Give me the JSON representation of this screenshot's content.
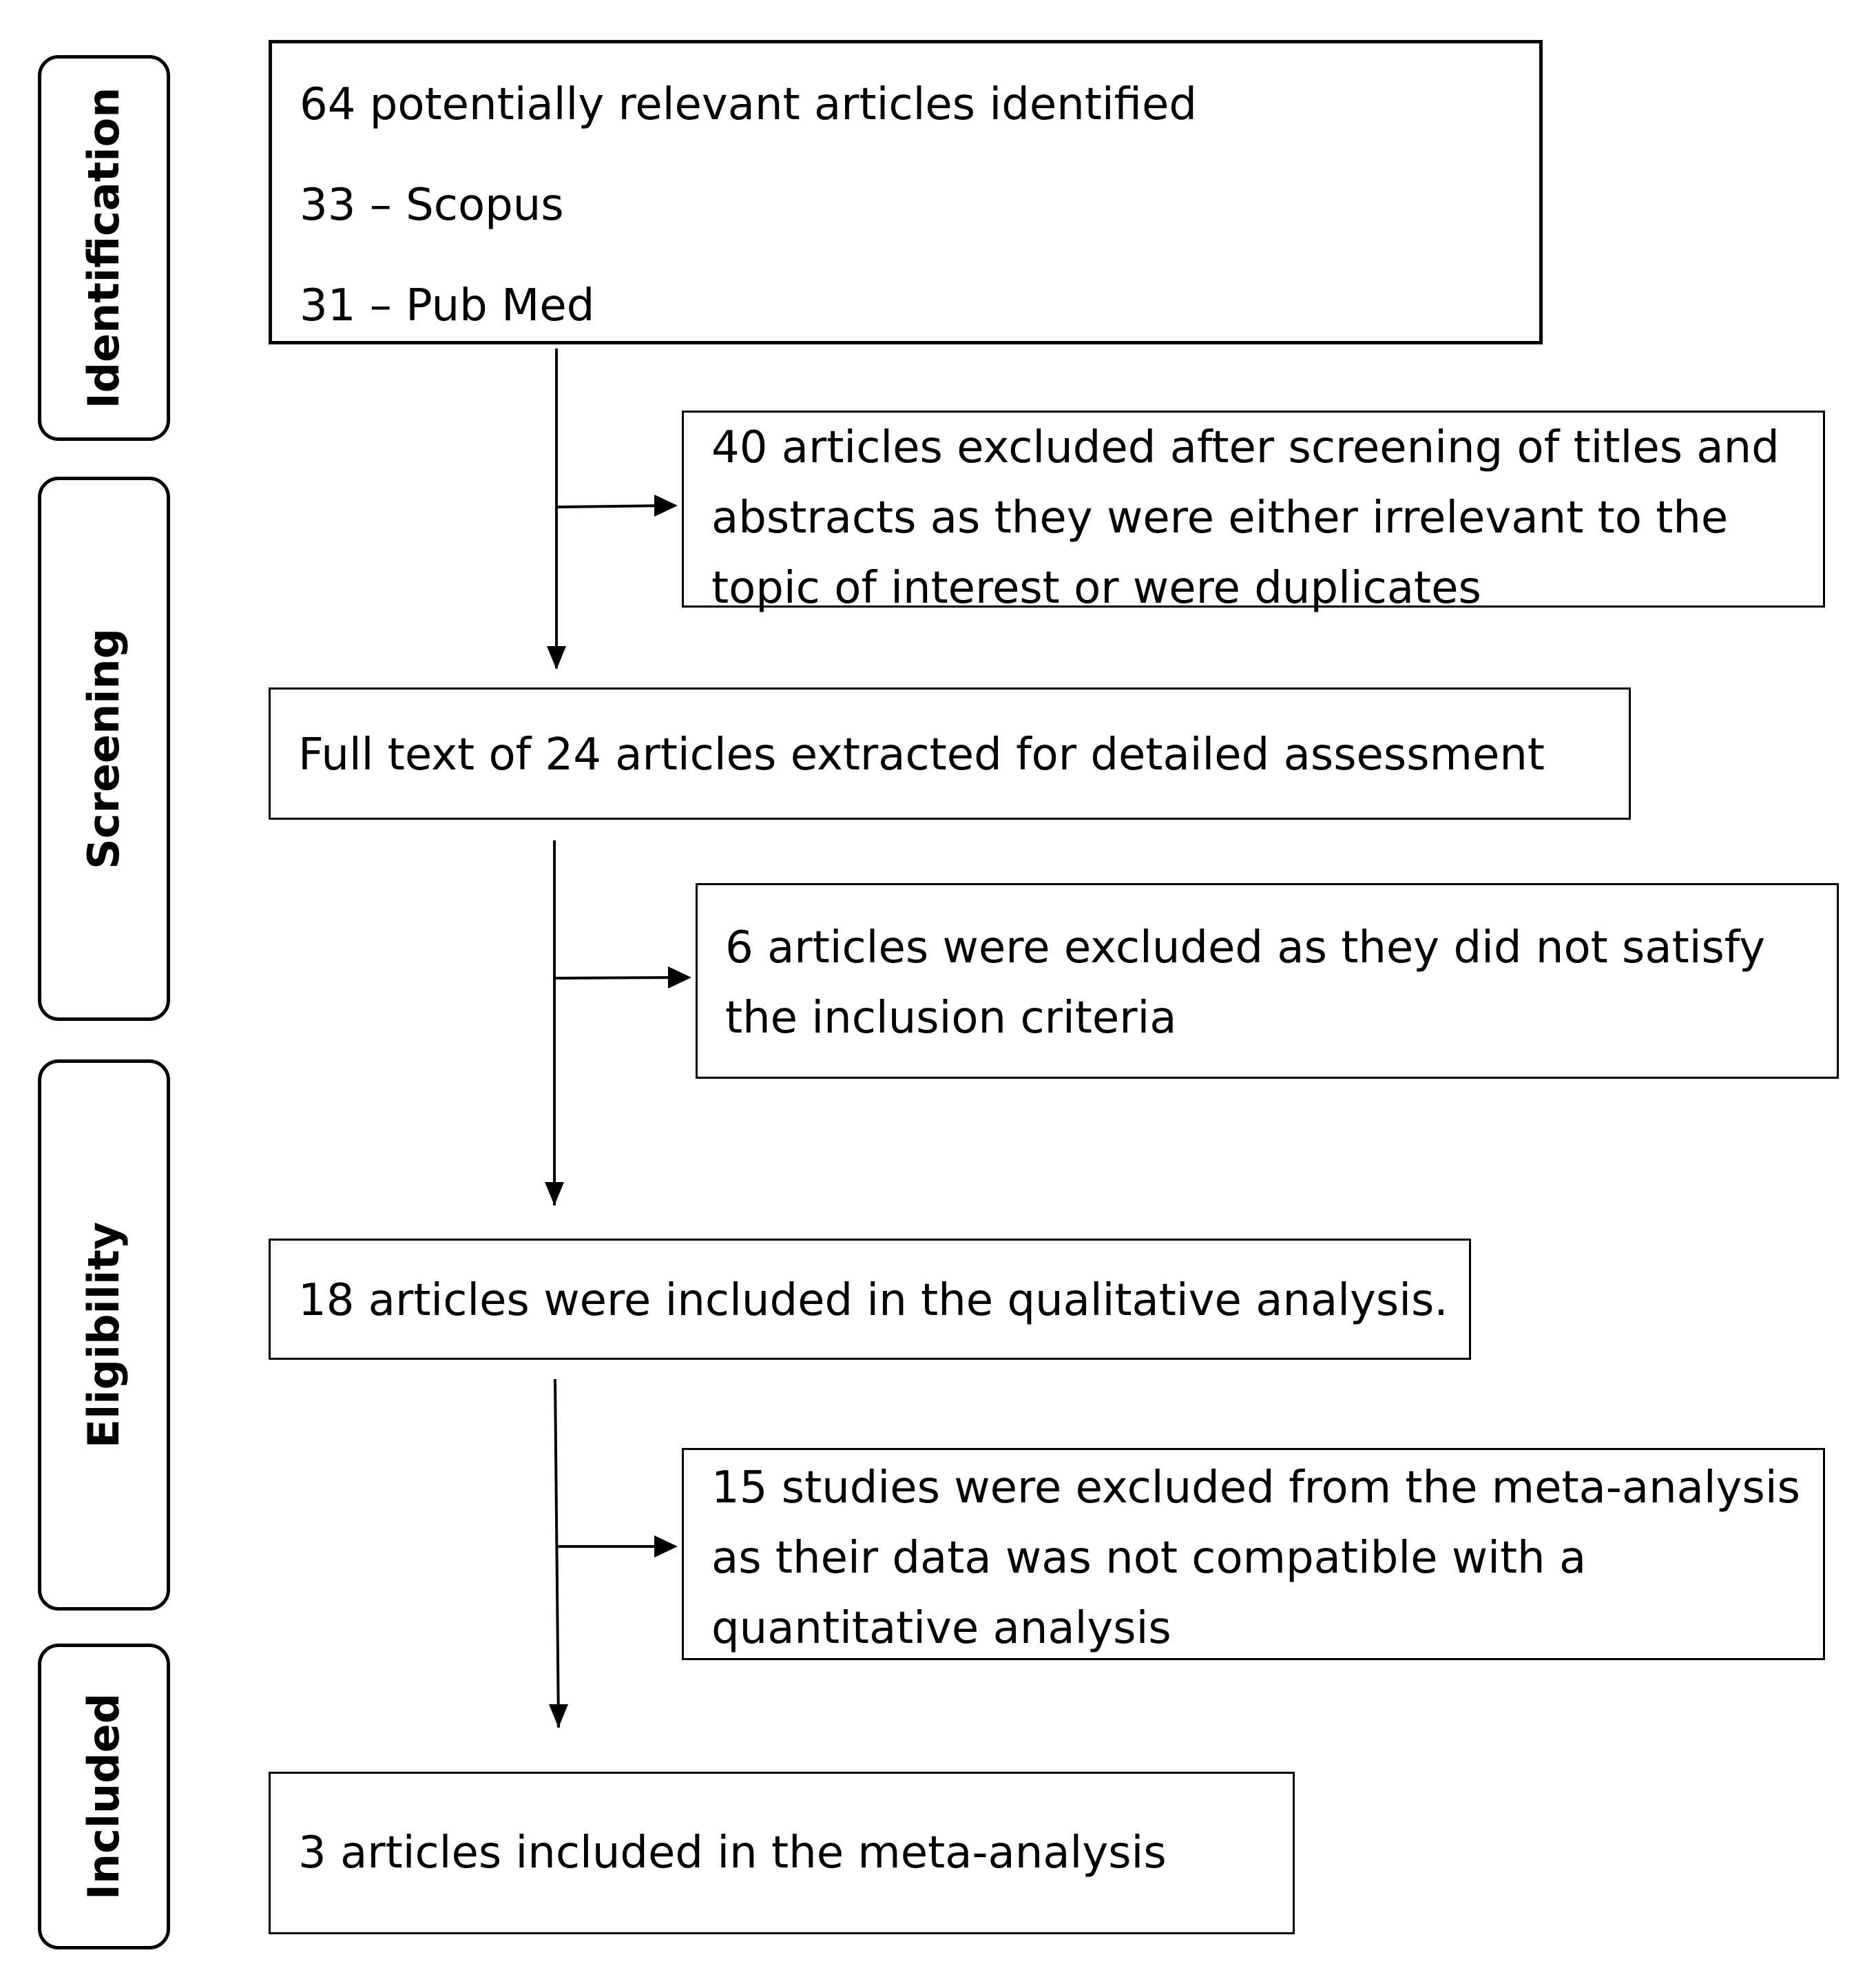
{
  "stages": {
    "identification": "Identification",
    "screening": "Screening",
    "eligibility": "Eligibility",
    "included": "Included"
  },
  "boxes": {
    "identification": {
      "lines": [
        "64 potentially relevant articles identified",
        "33 – Scopus",
        "31 – Pub Med"
      ]
    },
    "excluded_screening": {
      "lines": [
        "40  articles excluded after screening of titles and",
        "abstracts as they were either irrelevant to the",
        "topic of interest or were duplicates"
      ]
    },
    "full_text": {
      "lines": [
        "Full text of 24 articles extracted for detailed assessment"
      ]
    },
    "excluded_criteria": {
      "lines": [
        "6 articles were excluded as they did not satisfy",
        "the inclusion criteria"
      ]
    },
    "qualitative": {
      "lines": [
        "18 articles were included in the qualitative analysis."
      ]
    },
    "excluded_meta": {
      "lines": [
        "15 studies were excluded from the meta-analysis",
        "as their data was not compatible with a",
        "quantitative analysis"
      ]
    },
    "meta_analysis": {
      "lines": [
        "3 articles included in the meta-analysis"
      ]
    }
  }
}
